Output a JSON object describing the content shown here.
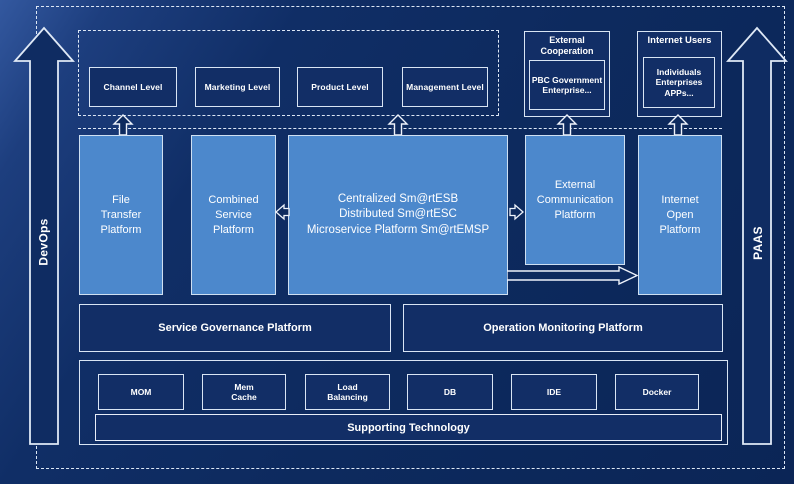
{
  "rails": {
    "left": "DevOps",
    "right": "PAAS"
  },
  "levels": [
    "Channel Level",
    "Marketing Level",
    "Product Level",
    "Management Level"
  ],
  "external_cooperation": {
    "title": "External Cooperation",
    "lines": [
      "PBC Government",
      "Enterprise..."
    ]
  },
  "internet_users": {
    "title": "Internet Users",
    "lines": [
      "Individuals",
      "Enterprises",
      "APPs..."
    ]
  },
  "platforms": [
    {
      "lines": [
        "File",
        "Transfer",
        "Platform"
      ]
    },
    {
      "lines": [
        "Combined",
        "Service",
        "Platform"
      ]
    },
    {
      "lines": [
        "Centralized Sm@rtESB",
        "Distributed Sm@rtESC",
        "Microservice Platform Sm@rtEMSP"
      ]
    },
    {
      "lines": [
        "External",
        "Communication",
        "Platform"
      ]
    },
    {
      "lines": [
        "Internet",
        "Open",
        "Platform"
      ]
    }
  ],
  "governance_label": "Service Governance Platform",
  "monitoring_label": "Operation Monitoring Platform",
  "tech": [
    {
      "lines": [
        "MOM"
      ]
    },
    {
      "lines": [
        "Mem",
        "Cache"
      ]
    },
    {
      "lines": [
        "Load",
        "Balancing"
      ]
    },
    {
      "lines": [
        "DB"
      ]
    },
    {
      "lines": [
        "IDE"
      ]
    },
    {
      "lines": [
        "Docker"
      ]
    }
  ],
  "supporting_label": "Supporting Technology",
  "colors": {
    "background": "#0d2a5e",
    "platform_blue": "#4c88cc",
    "panel_navy": "#122e66",
    "line_white": "#dde7f5"
  }
}
